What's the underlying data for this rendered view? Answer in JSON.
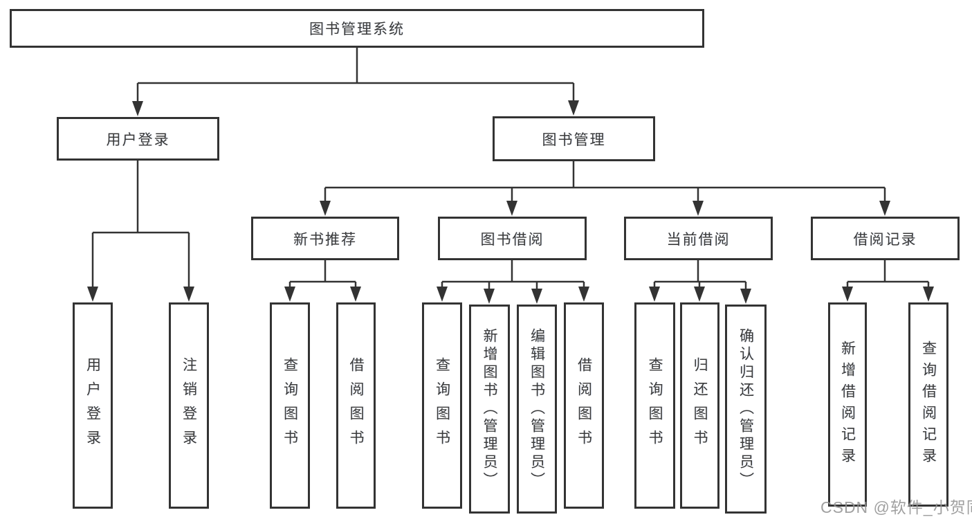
{
  "colors": {
    "line": "#333333",
    "box_border": "#333333",
    "box_fill": "#ffffff",
    "text": "#3a3a3a",
    "watermark": "#949494"
  },
  "tree": {
    "root": "图书管理系统",
    "login": {
      "label": "用户登录",
      "children": [
        "用户登录",
        "注销登录"
      ]
    },
    "mgmt": {
      "label": "图书管理",
      "groups": [
        {
          "label": "新书推荐",
          "children": [
            "查询图书",
            "借阅图书"
          ]
        },
        {
          "label": "图书借阅",
          "children": [
            "查询图书",
            "新增图书（管理员）",
            "编辑图书（管理员）",
            "借阅图书"
          ]
        },
        {
          "label": "当前借阅",
          "children": [
            "查询图书",
            "归还图书",
            "确认归还（管理员）"
          ]
        },
        {
          "label": "借阅记录",
          "children": [
            "新增借阅记录",
            "查询借阅记录"
          ]
        }
      ]
    }
  },
  "watermark": "CSDN @软件_小贺同学"
}
